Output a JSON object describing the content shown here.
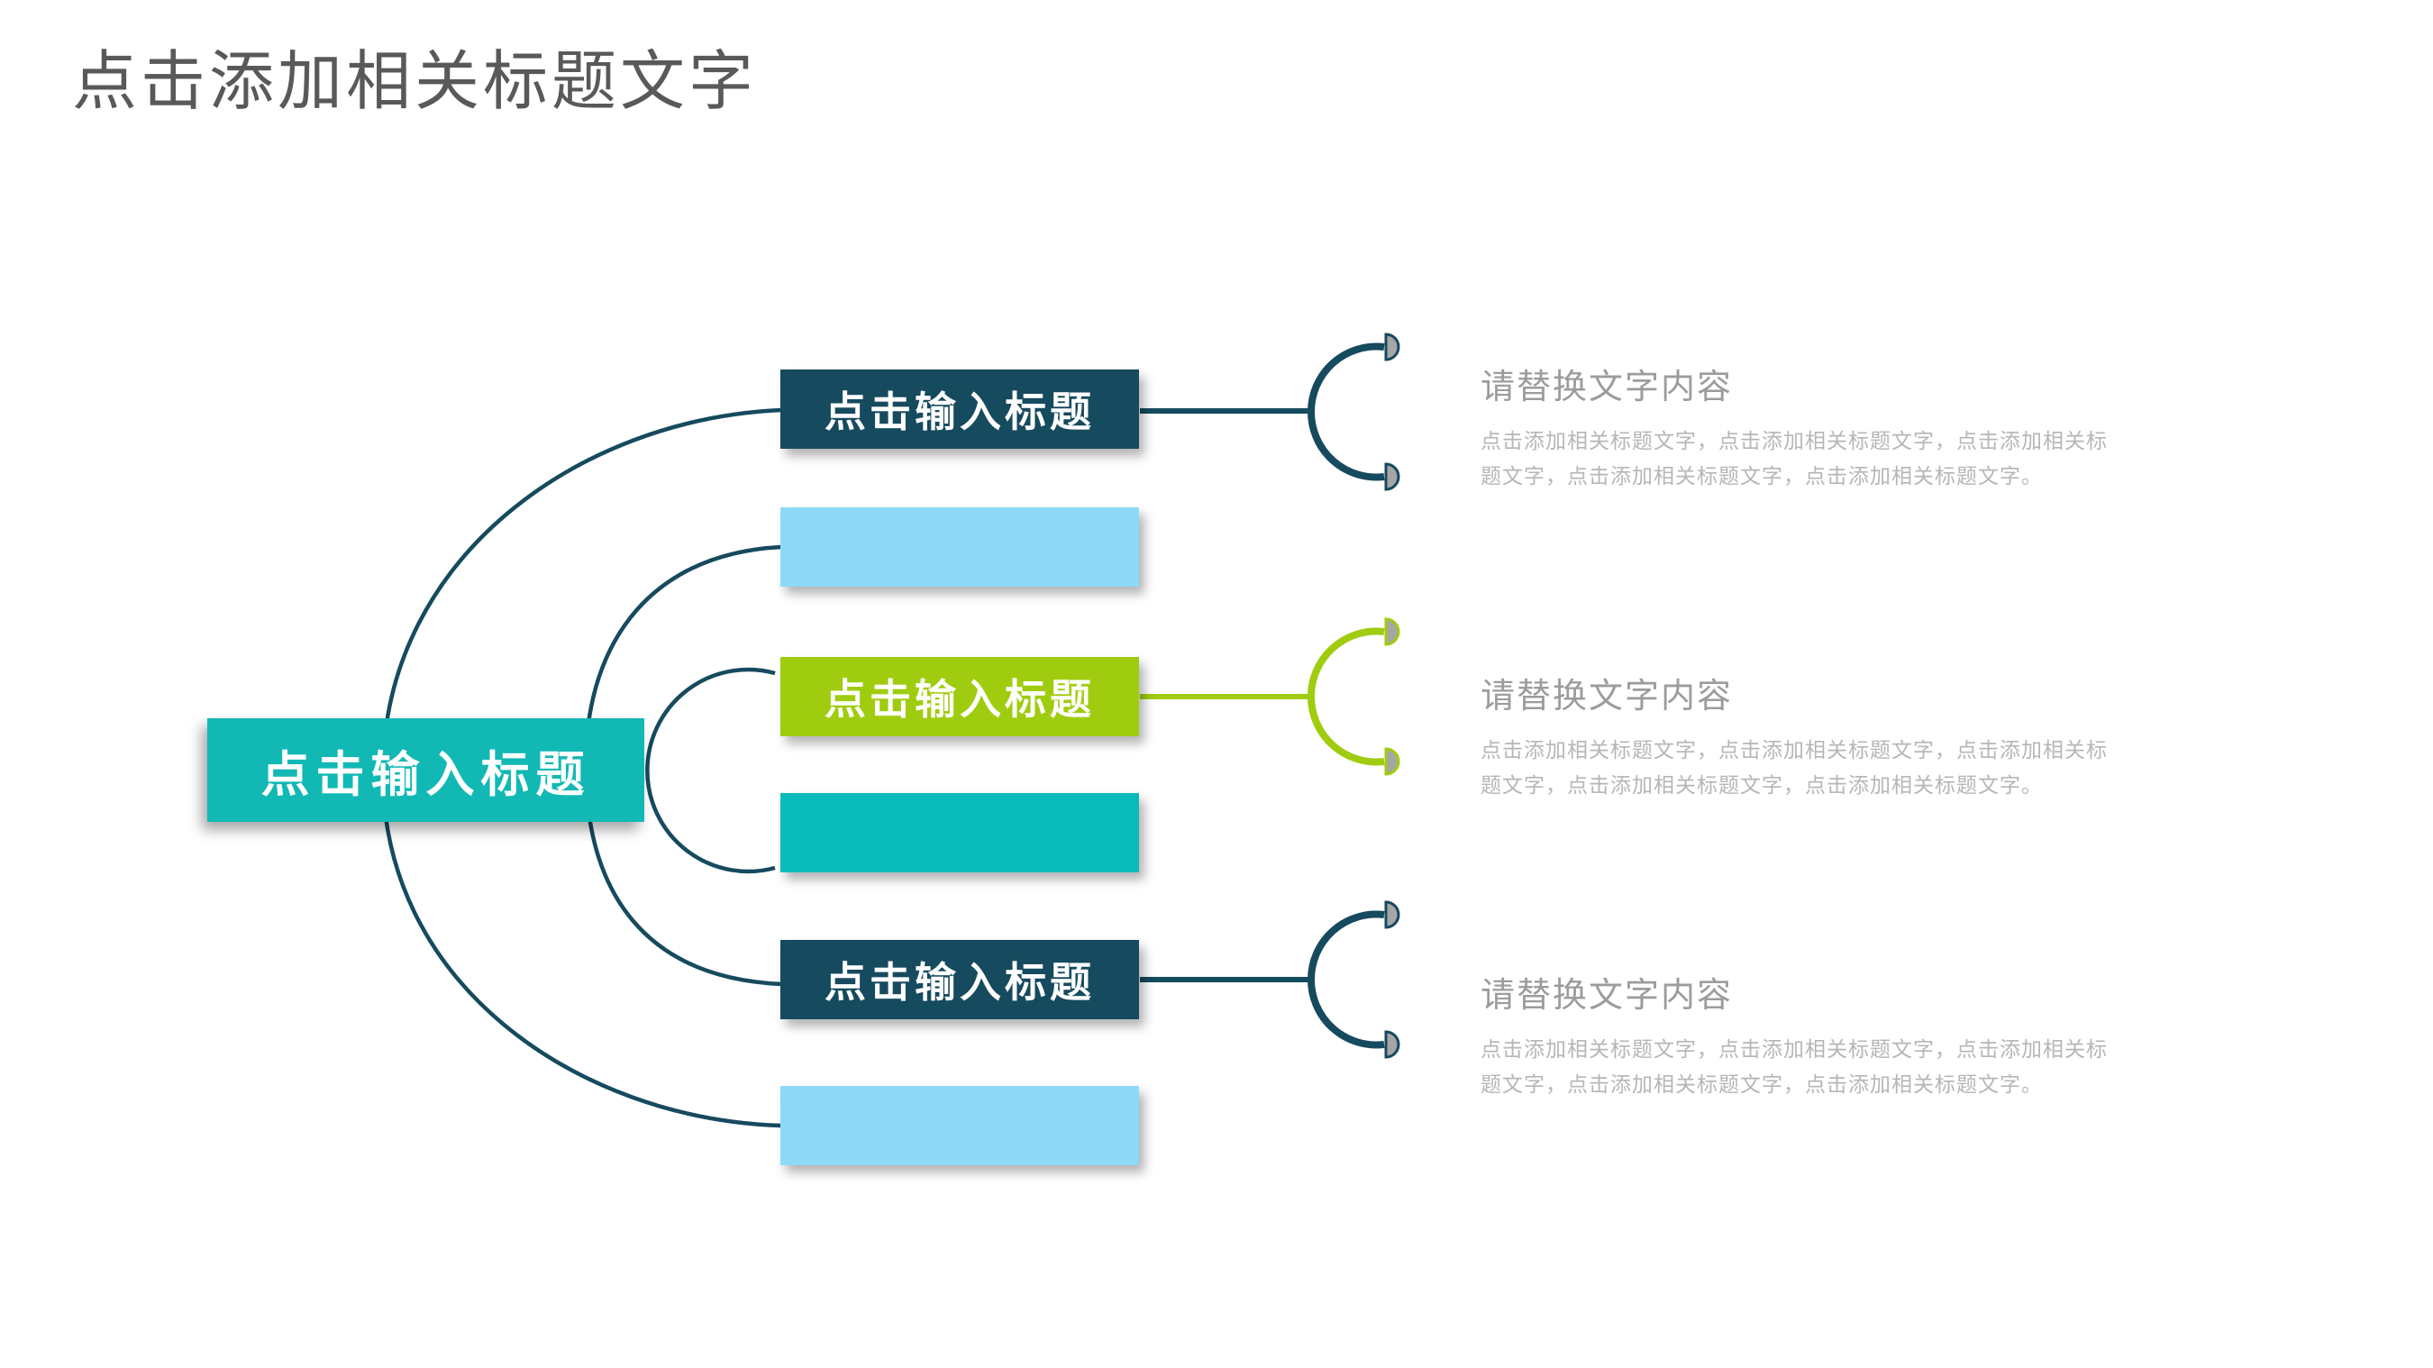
{
  "slide": {
    "title": "点击添加相关标题文字"
  },
  "colors": {
    "navy": "#164a5e",
    "teal": "#12b9b4",
    "teal_dark": "#0abcb9",
    "light_blue": "#8ed9f8",
    "green": "#a0cc0f",
    "cap_gray": "#a6a6a6",
    "title_gray": "#595959",
    "heading_gray": "#9c9c9c",
    "body_gray": "#b6b6b6"
  },
  "mindmap": {
    "root": {
      "label": "点击输入标题",
      "color": "#12b9b4"
    },
    "branches": [
      {
        "label": "点击输入标题",
        "color": "#164a5e"
      },
      {
        "label": "",
        "color": "#8ed9f8"
      },
      {
        "label": "点击输入标题",
        "color": "#a0cc0f"
      },
      {
        "label": "",
        "color": "#0abcb9"
      },
      {
        "label": "点击输入标题",
        "color": "#164a5e"
      },
      {
        "label": "",
        "color": "#8ed9f8"
      }
    ]
  },
  "annotations": [
    {
      "heading": "请替换文字内容",
      "body": "点击添加相关标题文字，点击添加相关标题文字，点击添加相关标题文字，点击添加相关标题文字，点击添加相关标题文字。"
    },
    {
      "heading": "请替换文字内容",
      "body": "点击添加相关标题文字，点击添加相关标题文字，点击添加相关标题文字，点击添加相关标题文字，点击添加相关标题文字。"
    },
    {
      "heading": "请替换文字内容",
      "body": "点击添加相关标题文字，点击添加相关标题文字，点击添加相关标题文字，点击添加相关标题文字，点击添加相关标题文字。"
    }
  ]
}
